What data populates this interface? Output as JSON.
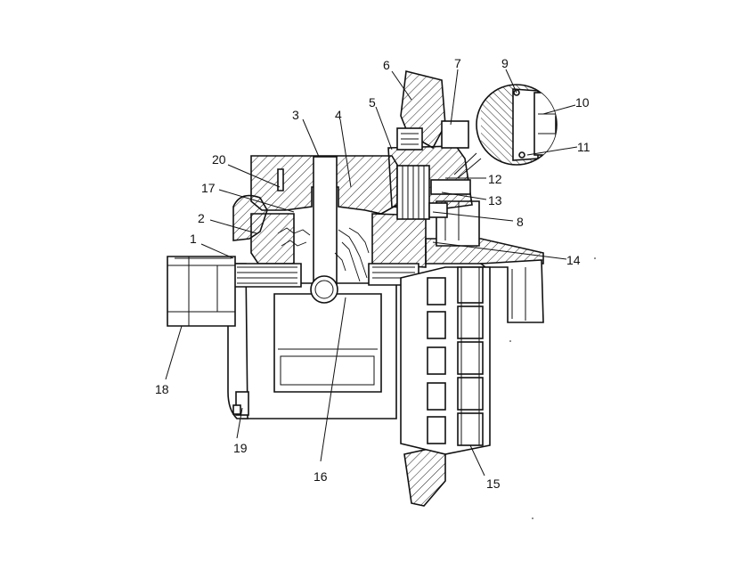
{
  "diagram": {
    "labels": [
      {
        "id": "c1",
        "text": "1"
      },
      {
        "id": "c2",
        "text": "2"
      },
      {
        "id": "c3",
        "text": "3"
      },
      {
        "id": "c4",
        "text": "4"
      },
      {
        "id": "c5",
        "text": "5"
      },
      {
        "id": "c6",
        "text": "6"
      },
      {
        "id": "c7",
        "text": "7"
      },
      {
        "id": "c8",
        "text": "8"
      },
      {
        "id": "c9",
        "text": "9"
      },
      {
        "id": "c10",
        "text": "10"
      },
      {
        "id": "c11",
        "text": "11"
      },
      {
        "id": "c12",
        "text": "12"
      },
      {
        "id": "c13",
        "text": "13"
      },
      {
        "id": "c14",
        "text": "14"
      },
      {
        "id": "c15",
        "text": "15"
      },
      {
        "id": "c16",
        "text": "16"
      },
      {
        "id": "c17",
        "text": "17"
      },
      {
        "id": "c18",
        "text": "18"
      },
      {
        "id": "c19",
        "text": "19"
      },
      {
        "id": "c20",
        "text": "20"
      }
    ]
  }
}
